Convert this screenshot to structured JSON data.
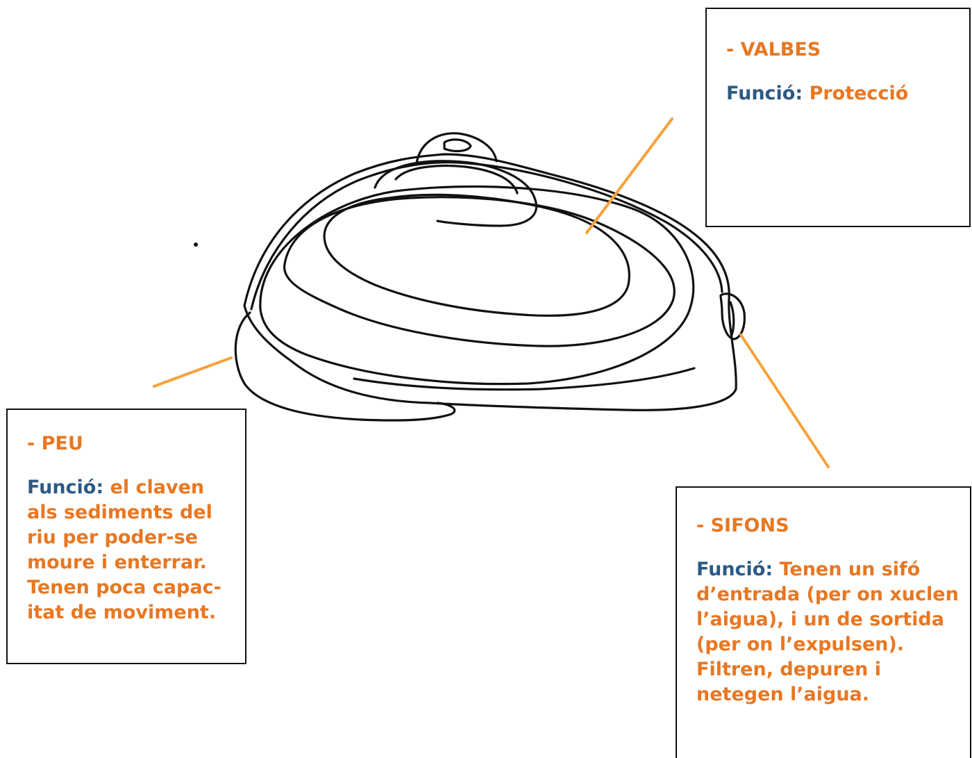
{
  "colors": {
    "accent_orange": "#e87722",
    "label_blue": "#2b5a84",
    "ink": "#111111"
  },
  "image": {
    "subject": "shell-sketch"
  },
  "callouts": {
    "valbes": {
      "heading": "- VALBES",
      "label": "Funció:",
      "text": "Protecció"
    },
    "peu": {
      "heading": "- PEU",
      "label": "Funció:",
      "text": "el claven als sediments del riu per poder-se moure i enterrar. Tenen poca capac-itat de moviment."
    },
    "sifons": {
      "heading": "- SIFONS",
      "label": "Funció:",
      "text": "Tenen un sifó d’entrada (per on xuclen l’aigua), i un de sortida (per on l’expulsen). Filtren, depuren i netegen l’aigua."
    }
  }
}
